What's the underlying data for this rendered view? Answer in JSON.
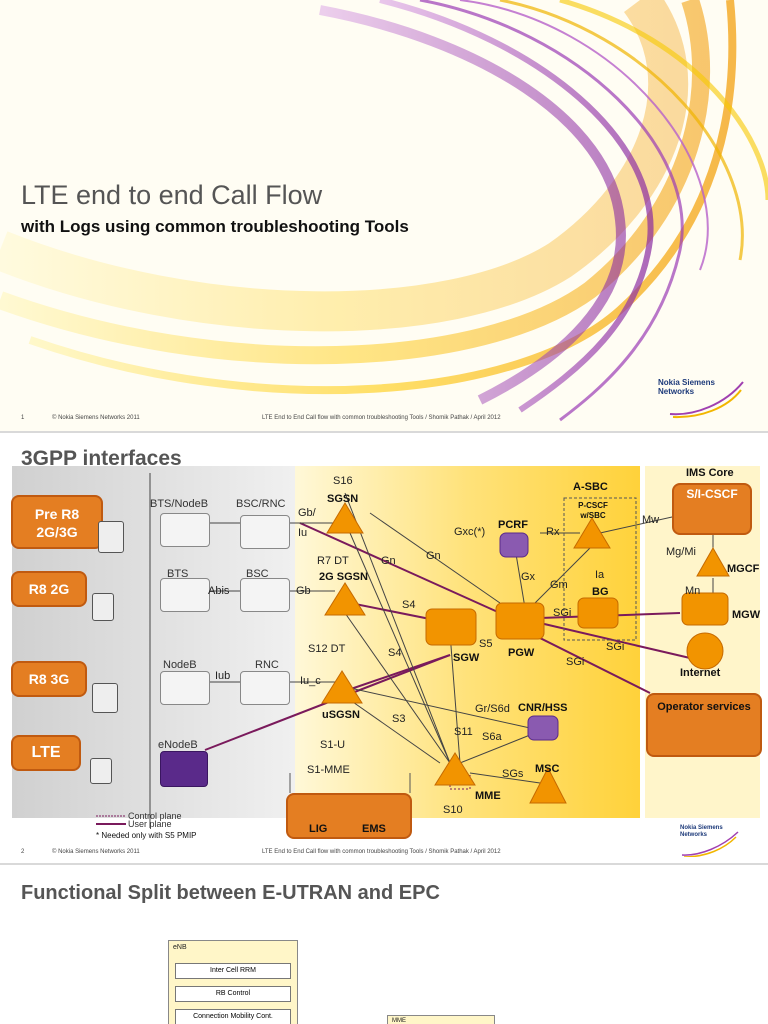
{
  "slide1": {
    "title": "LTE end to end Call Flow",
    "subtitle": "with Logs using common troubleshooting Tools",
    "footer_num": "1",
    "footer_copyright": "© Nokia Siemens Networks 2011",
    "footer_center": "LTE End to End Call flow with common troubleshooting Tools / Shomik Pathak / April 2012",
    "brand": [
      "Nokia Siemens",
      "Networks"
    ]
  },
  "slide2": {
    "title": "3GPP interfaces",
    "access": [
      "Pre R8 2G/3G",
      "R8 2G",
      "R8 3G",
      "LTE"
    ],
    "ran_labels": [
      "BTS/NodeB",
      "BSC/RNC",
      "BTS",
      "BSC",
      "NodeB",
      "RNC",
      "eNodeB"
    ],
    "core_labels": [
      "SGSN",
      "2G SGSN",
      "uSGSN",
      "SGW",
      "PGW",
      "MME",
      "PCRF",
      "CNR/HSS",
      "A-SBC",
      "P-CSCF w/SBC",
      "BG",
      "MSC"
    ],
    "ims_labels": [
      "IMS Core",
      "S/I-CSCF",
      "MGCF",
      "MGW",
      "Internet",
      "Operator services"
    ],
    "mgmt_labels": [
      "LIG",
      "EMS"
    ],
    "interfaces": [
      "S16",
      "Gb/",
      "Iu",
      "R7 DT",
      "Gn",
      "Gn",
      "Gxc(*)",
      "Rx",
      "Mw",
      "Mg/Mi",
      "Mn",
      "Abis",
      "Gb",
      "S4",
      "Gx",
      "Gm",
      "Ia",
      "SGi",
      "S5",
      "S12 DT",
      "S4",
      "SGi",
      "SGi",
      "Iub",
      "Iu_c",
      "Gr/S6d",
      "S3",
      "S11",
      "S6a",
      "S1-U",
      "S1-MME",
      "SGs",
      "S10"
    ],
    "legend": [
      "Control plane",
      "User plane",
      "* Needed only with S5 PMIP"
    ],
    "footer_num": "2",
    "footer_copyright": "© Nokia Siemens Networks 2011",
    "footer_center": "LTE End to End Call flow with common troubleshooting Tools / Shomik Pathak / April 2012",
    "brand": [
      "Nokia Siemens",
      "Networks"
    ]
  },
  "slide3": {
    "title": "Functional Split between E-UTRAN and EPC",
    "enb_header": "eNB",
    "enb_items": [
      "Inter Cell RRM",
      "RB Control",
      "Connection Mobility Cont."
    ],
    "mme_header": "MME"
  }
}
